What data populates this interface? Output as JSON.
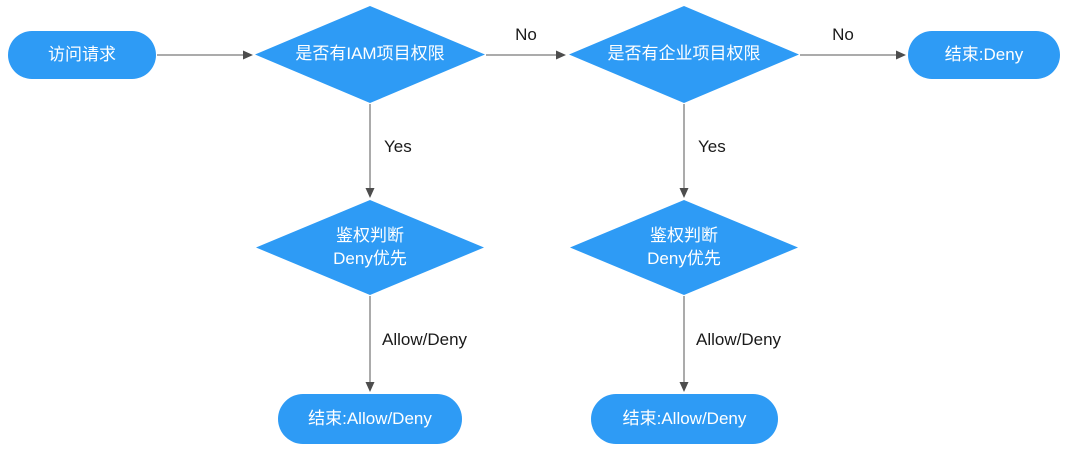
{
  "diagram": {
    "type": "flowchart",
    "colors": {
      "node_fill": "#2E9BF5",
      "node_text": "#FFFFFF",
      "edge_line": "#8F8F8F",
      "arrowhead": "#4D4D4D",
      "edge_label_text": "#1A1A1A",
      "background": "#FFFFFF"
    },
    "nodes": {
      "start": {
        "type": "terminator",
        "label": "访问请求"
      },
      "decision_iam": {
        "type": "decision",
        "label": "是否有IAM项目权限"
      },
      "decision_enterprise": {
        "type": "decision",
        "label": "是否有企业项目权限"
      },
      "end_deny": {
        "type": "terminator",
        "label": "结束:Deny"
      },
      "auth_left": {
        "type": "decision",
        "line1": "鉴权判断",
        "line2": "Deny优先"
      },
      "auth_right": {
        "type": "decision",
        "line1": "鉴权判断",
        "line2": "Deny优先"
      },
      "end_left": {
        "type": "terminator",
        "label": "结束:Allow/Deny"
      },
      "end_right": {
        "type": "terminator",
        "label": "结束:Allow/Deny"
      }
    },
    "edges": [
      {
        "from": "start",
        "to": "decision_iam",
        "label": ""
      },
      {
        "from": "decision_iam",
        "to": "decision_enterprise",
        "label": "No"
      },
      {
        "from": "decision_enterprise",
        "to": "end_deny",
        "label": "No"
      },
      {
        "from": "decision_iam",
        "to": "auth_left",
        "label": "Yes"
      },
      {
        "from": "decision_enterprise",
        "to": "auth_right",
        "label": "Yes"
      },
      {
        "from": "auth_left",
        "to": "end_left",
        "label": "Allow/Deny"
      },
      {
        "from": "auth_right",
        "to": "end_right",
        "label": "Allow/Deny"
      }
    ]
  }
}
